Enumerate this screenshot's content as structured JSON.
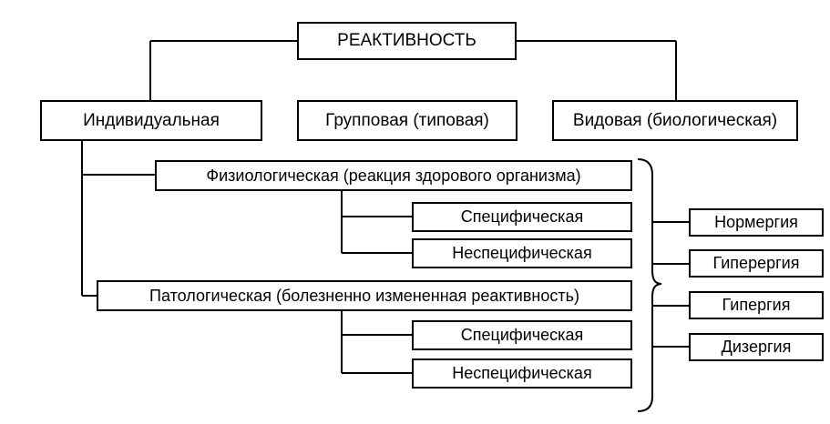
{
  "root": {
    "label": "РЕАКТИВНОСТЬ"
  },
  "level1": {
    "individual": "Индивидуальная",
    "group": "Групповая (типовая)",
    "species": "Видовая (биологическая)"
  },
  "individual_branches": {
    "physiological": {
      "label": "Физиологическая (реакция здорового организма)",
      "specific": "Специфическая",
      "nonspecific": "Неспецифическая"
    },
    "pathological": {
      "label": "Патологическая (болезненно измененная реактивность)",
      "specific": "Специфическая",
      "nonspecific": "Неспецифическая"
    }
  },
  "forms": {
    "normergy": "Нормергия",
    "hyperergy": "Гиперергия",
    "hypoergy": "Гипергия",
    "dysergy": "Дизергия"
  }
}
